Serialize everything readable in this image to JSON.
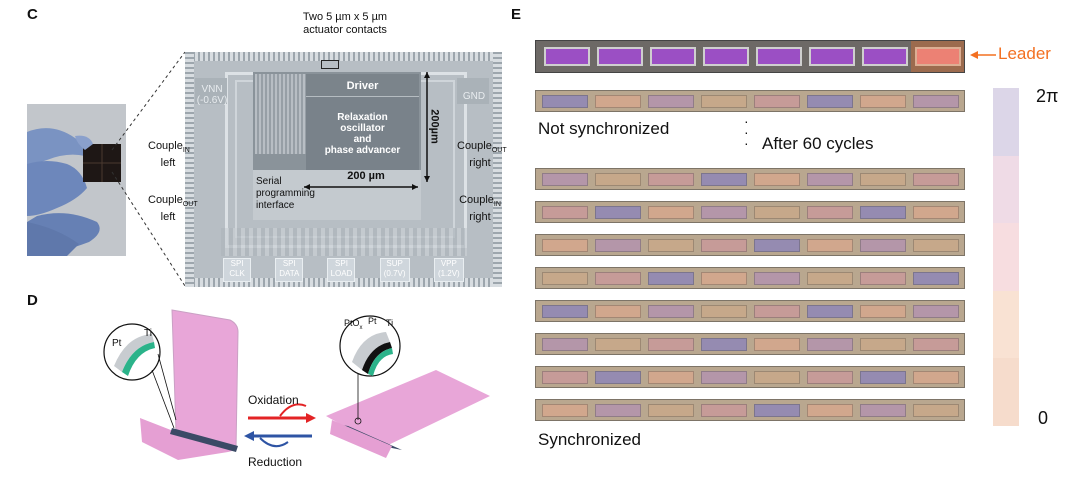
{
  "panels": {
    "c": {
      "letter": "C",
      "top_label": "Two 5 µm x 5 µm\nactuator contacts",
      "vnn": "VNN\n(-0.6V)",
      "gnd": "GND",
      "couple_in_left": [
        "Couple",
        "IN",
        "left"
      ],
      "couple_out_left": [
        "Couple",
        "OUT",
        "left"
      ],
      "couple_out_right": [
        "Couple",
        "OUT",
        "right"
      ],
      "couple_in_right": [
        "Couple",
        "IN",
        "right"
      ],
      "driver": "Driver",
      "core": "Relaxation\noscillator\nand\nphase advancer",
      "serial": "Serial\nprogramming\ninterface",
      "dim_h": "200 µm",
      "dim_v": "200µm",
      "bottom_pads": [
        "SPI\nCLK",
        "SPI\nDATA",
        "SPI\nLOAD",
        "SUP\n(0.7V)",
        "VPP\n(1.2V)"
      ]
    },
    "d": {
      "letter": "D",
      "left_labels": [
        "Pt",
        "Ti"
      ],
      "right_labels": [
        "PtO",
        "x",
        "Pt",
        "Ti"
      ],
      "oxidation": "Oxidation",
      "reduction": "Reduction"
    },
    "e": {
      "letter": "E",
      "leader": "Leader",
      "not_sync": "Not synchronized",
      "after": "After 60 cycles",
      "sync": "Synchronized",
      "colorbar_top": "2π",
      "colorbar_bottom": "0",
      "colorbar_colors": [
        "#dcd6e8",
        "#efdbe6",
        "#f7dde0",
        "#f9e2d3",
        "#f6dccc"
      ],
      "leader_color": "#f37021",
      "phase_colors": {
        "purple": "#8f87b8",
        "mauve": "#b494ae",
        "rose": "#c99a9a",
        "peach": "#d6a88d",
        "tan": "#c9a98a"
      }
    }
  }
}
